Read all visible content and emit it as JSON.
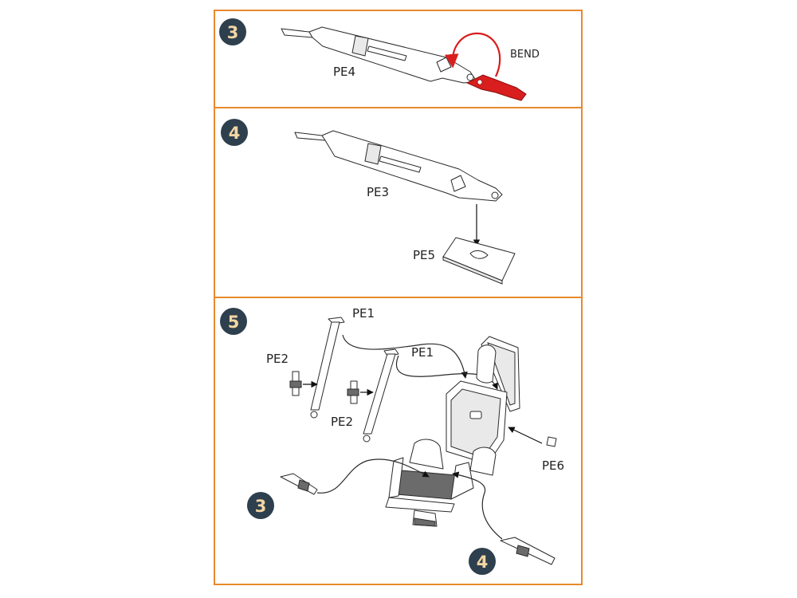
{
  "steps": {
    "step3": {
      "number": "3",
      "part": "PE4",
      "note": "BEND"
    },
    "step4": {
      "number": "4",
      "part_strap": "PE3",
      "part_plate": "PE5"
    },
    "step5": {
      "number": "5",
      "pe1_a": "PE1",
      "pe1_b": "PE1",
      "pe2_a": "PE2",
      "pe2_b": "PE2",
      "pe6": "PE6",
      "ref_step3": "3",
      "ref_step4": "4"
    }
  },
  "colors": {
    "frame": "#e8892c",
    "badge": "#2e3f4e",
    "badge_text": "#f3d6a4",
    "highlight": "#d81e1e"
  }
}
